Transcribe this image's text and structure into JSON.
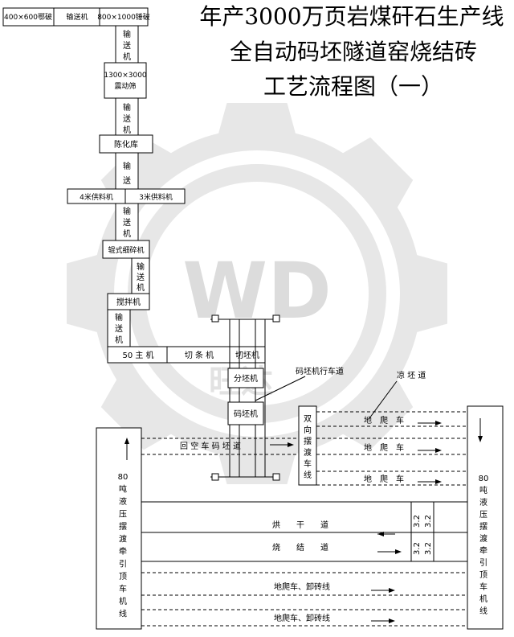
{
  "title": {
    "line1": "年产3000万页岩煤矸石生产线",
    "line2": "全自动码坯隧道窑烧结砖",
    "line3": "工艺流程图（一）"
  },
  "watermark": {
    "text": "WD",
    "subtext": "旺达",
    "icon": "gear-icon",
    "color": "#e6e6e6"
  },
  "equipment": {
    "jaw_crusher": "400×600鄂破",
    "conveyor_top": "输送机",
    "hammer_crusher": "800×1000锤破",
    "conveyor_1": [
      "输",
      "送",
      "机"
    ],
    "screen_size": "1300×3000",
    "screen_name": "震动筛",
    "conveyor_2": [
      "输",
      "送",
      "机"
    ],
    "aging_storage": "陈化库",
    "conveyor_3": [
      "输",
      "送"
    ],
    "feeder_left": "4米供料机",
    "feeder_right": "3米供料机",
    "conveyor_4": [
      "输",
      "送",
      "机"
    ],
    "roller_crusher": "辊式细碎机",
    "conveyor_5": [
      "输",
      "送",
      "机"
    ],
    "mixer": "搅拌机",
    "conveyor_6": [
      "输",
      "送",
      "机"
    ],
    "extruder": "50 主 机",
    "strip_cutter": "切 条 机",
    "blank_cutter": "切坯机",
    "splitter": "分坯机",
    "stacker": "码坯机"
  },
  "labels": {
    "stacker_track": "码坯机行车道",
    "cooling_track": "凉 坯 道",
    "return_track": "回 空 车 码 坯 道",
    "transfer_car": [
      "双",
      "向",
      "摆",
      "渡",
      "车",
      "线"
    ],
    "left_tractor": [
      "80",
      "吨",
      "液",
      "压",
      "摆",
      "渡",
      "牵",
      "引",
      "顶",
      "车",
      "机",
      "线"
    ],
    "right_tractor": [
      "80",
      "吨",
      "液",
      "压",
      "摆",
      "渡",
      "牵",
      "引",
      "顶",
      "车",
      "机",
      "线"
    ],
    "ground_car_1": "地　爬　车",
    "ground_car_2": "地　爬　车",
    "ground_car_3": "地　爬　车",
    "drying_track": "烘　　干　　道",
    "firing_track": "烧　　结　　道",
    "unload_1": "地爬车、卸砖线",
    "unload_2": "地爬车、卸砖线",
    "dim_1": "3.2",
    "dim_2": "3.2",
    "dim_3": "3.2",
    "dim_4": "3.2"
  }
}
